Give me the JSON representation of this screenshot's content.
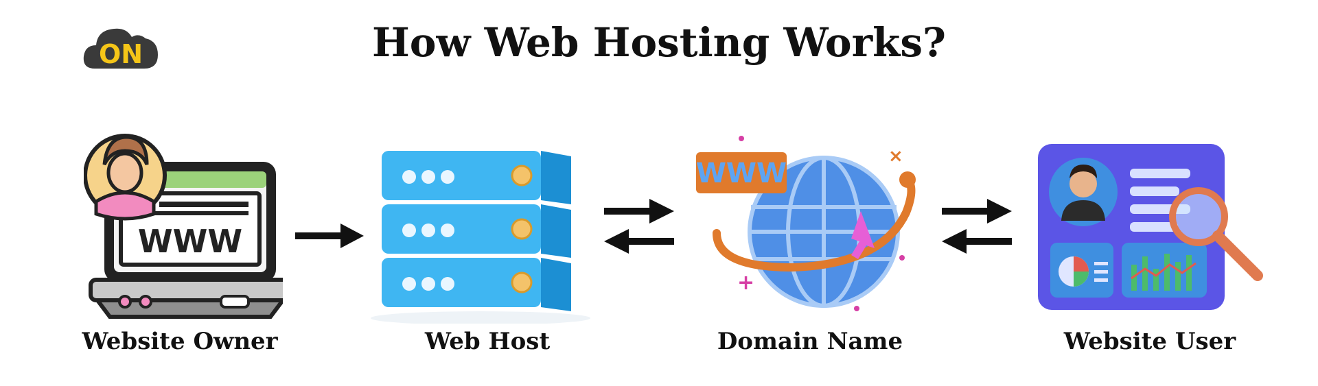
{
  "header": {
    "logo": {
      "text": "ON",
      "icon": "cloud-logo-icon"
    },
    "title": "How Web Hosting Works?"
  },
  "nodes": [
    {
      "id": "owner",
      "label": "Website Owner",
      "icon": "website-owner-laptop-icon",
      "screen_text": "WWW"
    },
    {
      "id": "host",
      "label": "Web Host",
      "icon": "server-rack-icon"
    },
    {
      "id": "domain",
      "label": "Domain Name",
      "icon": "globe-www-icon",
      "badge_text": "WWW"
    },
    {
      "id": "user",
      "label": "Website User",
      "icon": "user-dashboard-icon"
    }
  ],
  "connectors": [
    {
      "from": "owner",
      "to": "host",
      "type": "one-way-arrow"
    },
    {
      "from": "host",
      "to": "domain",
      "type": "two-way-arrows"
    },
    {
      "from": "domain",
      "to": "user",
      "type": "two-way-arrows"
    }
  ],
  "colors": {
    "text": "#111111",
    "arrow": "#111111",
    "logo_yellow": "#f5c518",
    "logo_dark": "#3a3a3a",
    "server_blue": "#3fb6f2",
    "globe_blue": "#4f8fe6",
    "ring_orange": "#e07a2c",
    "dashboard_purple": "#5b55e6",
    "laptop_green": "#9bd27a"
  }
}
